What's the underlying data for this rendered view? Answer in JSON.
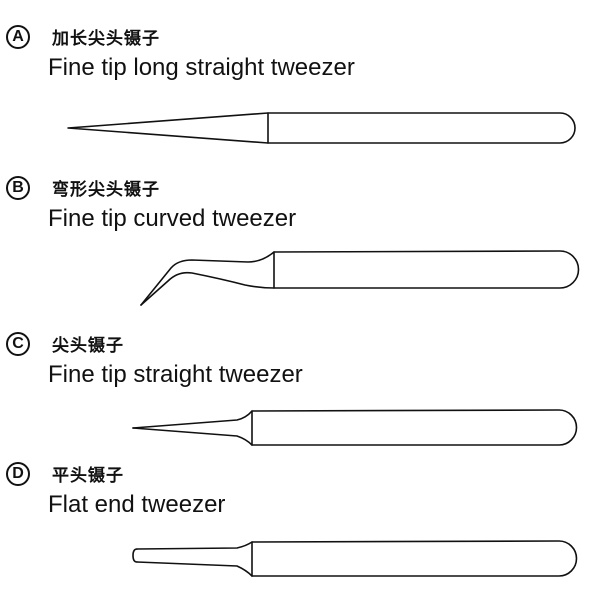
{
  "items": [
    {
      "letter": "A",
      "zh": "加长尖头镊子",
      "en": "Fine tip long straight tweezer",
      "shape": "long-straight"
    },
    {
      "letter": "B",
      "zh": "弯形尖头镊子",
      "en": "Fine tip curved tweezer",
      "shape": "curved"
    },
    {
      "letter": "C",
      "zh": "尖头镊子",
      "en": "Fine tip straight tweezer",
      "shape": "straight"
    },
    {
      "letter": "D",
      "zh": "平头镊子",
      "en": "Flat end tweezer",
      "shape": "flat"
    }
  ],
  "colors": {
    "line": "#111111",
    "background": "#ffffff"
  }
}
